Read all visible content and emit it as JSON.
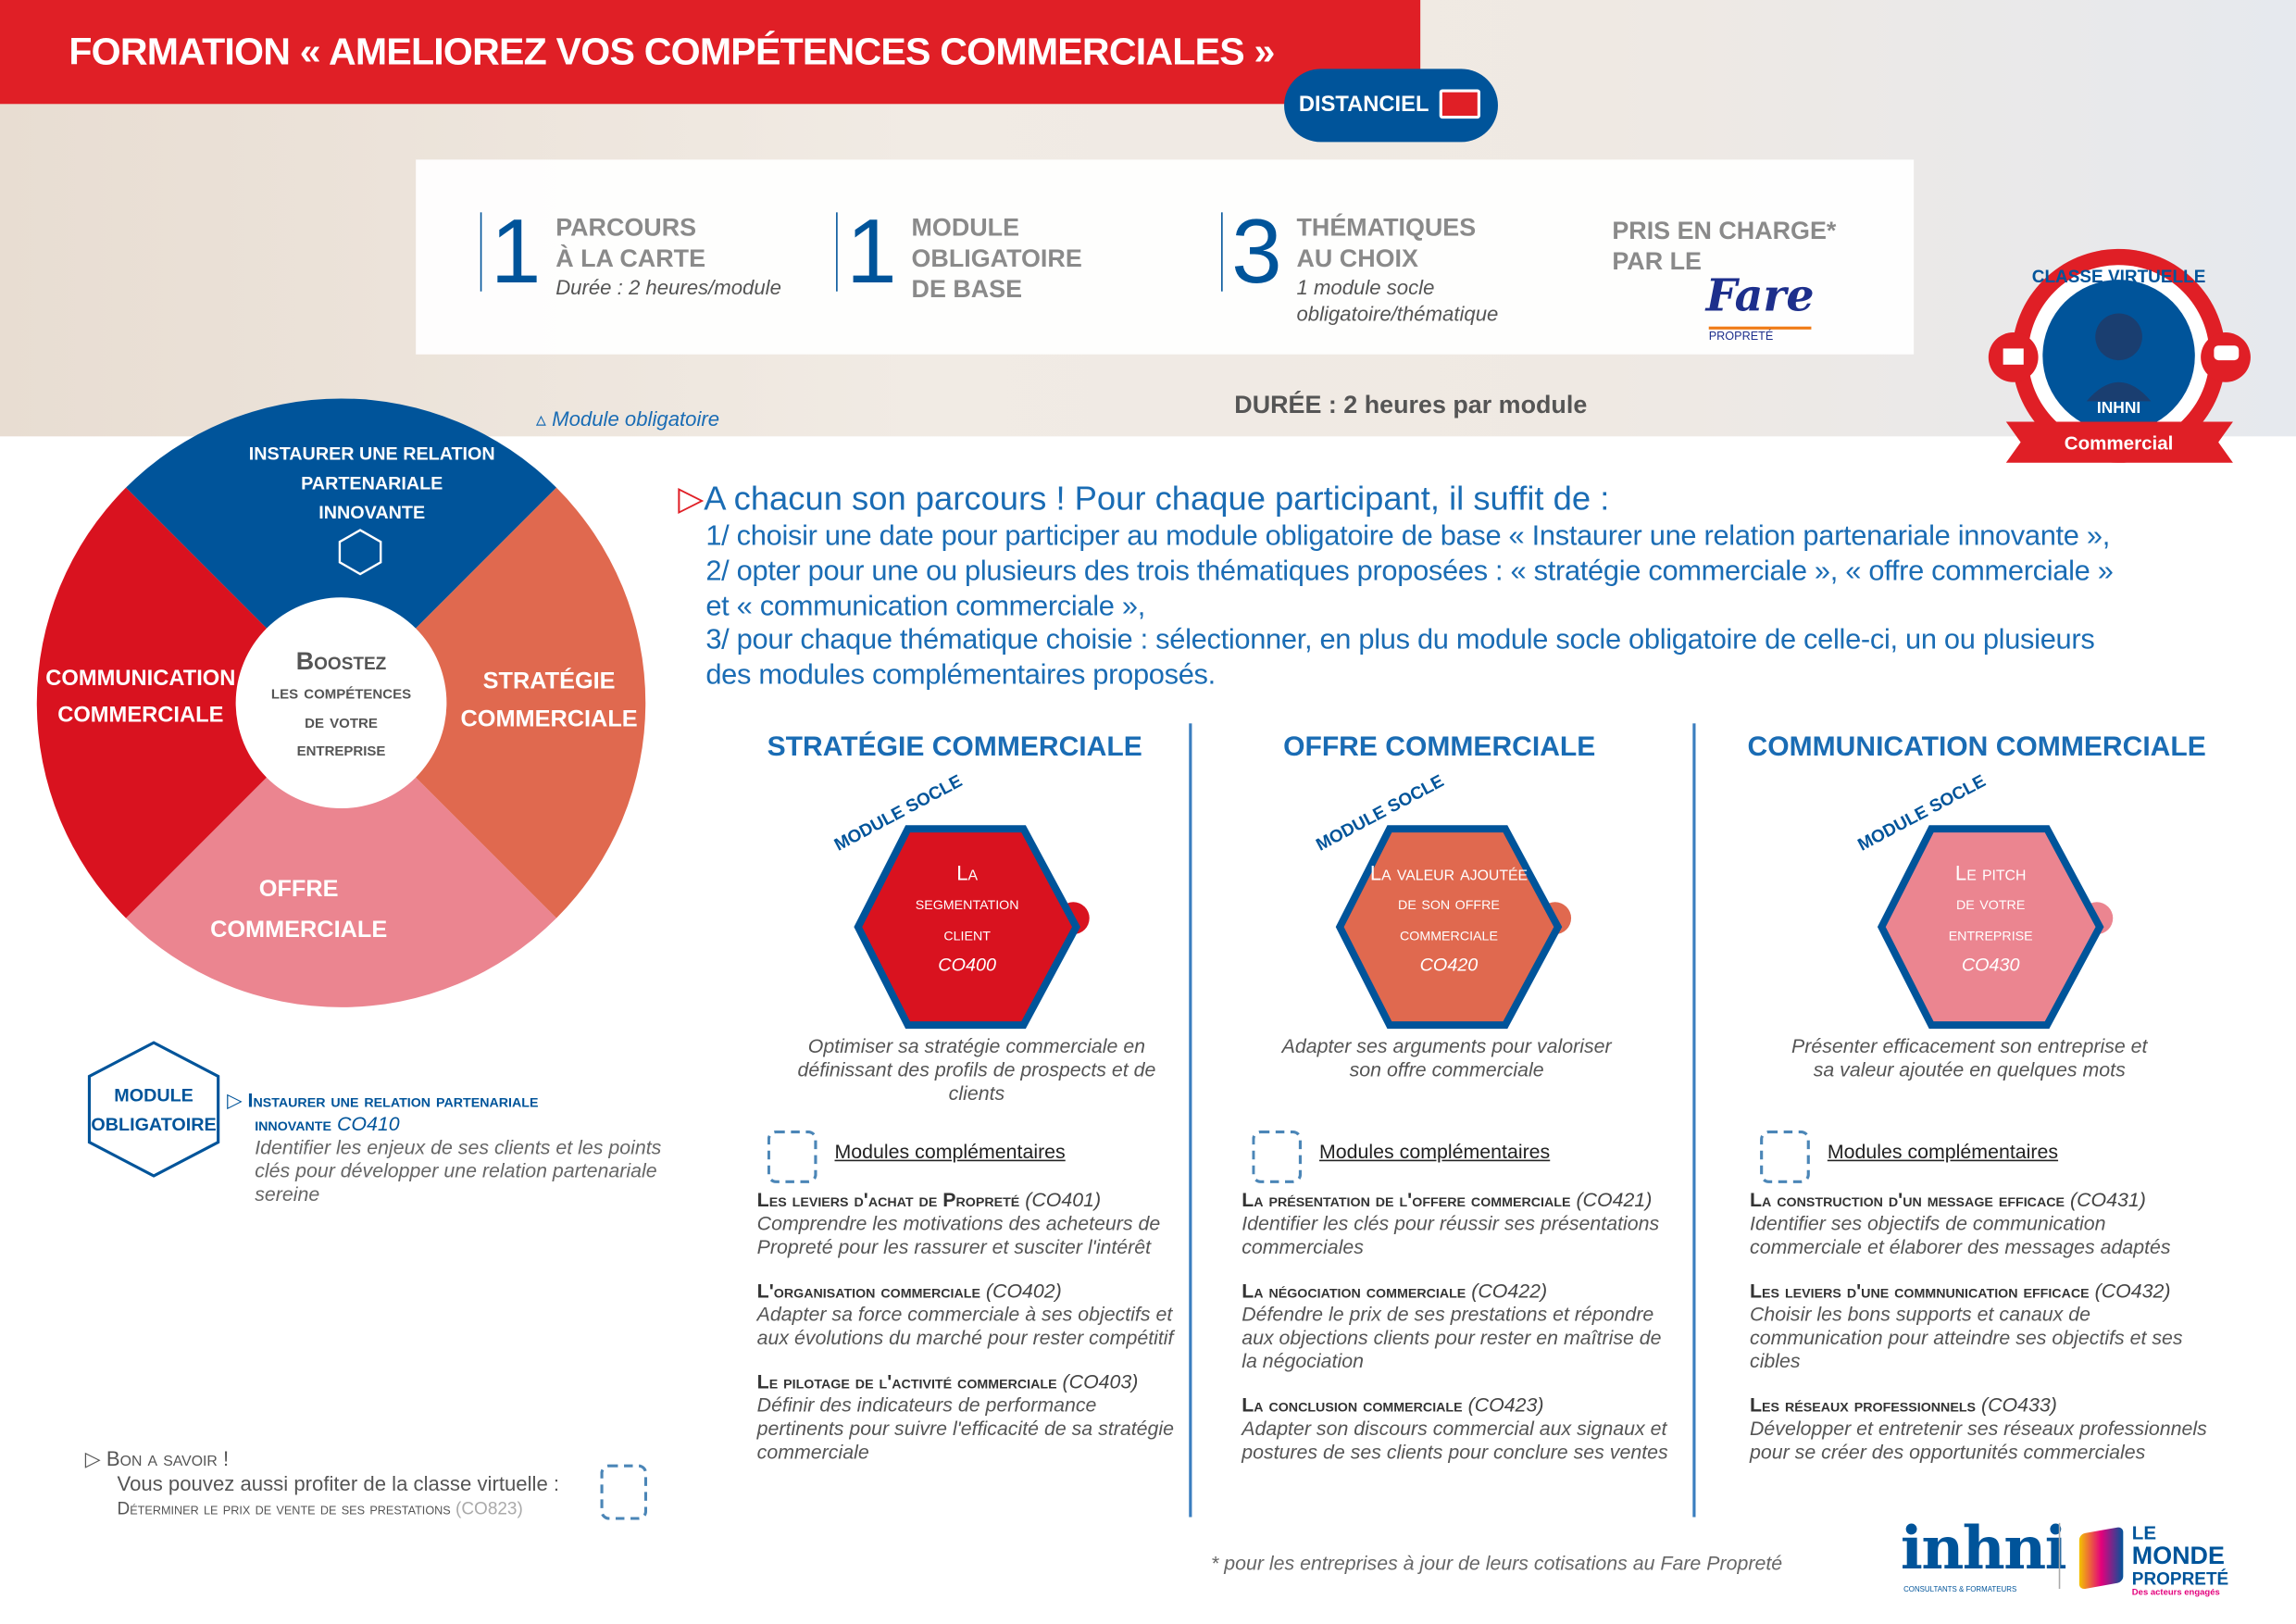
{
  "title": "FORMATION « AMELIOREZ VOS COMPÉTENCES COMMERCIALES »",
  "badge": {
    "label": "DISTANCIEL",
    "icon": "monitor-headset-icon"
  },
  "stats": [
    {
      "num": "1",
      "l1": "PARCOURS",
      "l2": "À LA CARTE",
      "l3": "Durée : 2 heures/module"
    },
    {
      "num": "1",
      "l1": "MODULE",
      "l2": "OBLIGATOIRE",
      "l3": "DE BASE"
    },
    {
      "num": "3",
      "l1": "THÉMATIQUES",
      "l2": "AU CHOIX",
      "l3": "1 module socle",
      "l4": "obligatoire/thématique"
    }
  ],
  "prise": {
    "l1": "PRIS EN CHARGE*",
    "l2": "PAR LE",
    "logo": "Fare",
    "logo_sub": "PROPRETÉ"
  },
  "duree": "DURÉE : 2 heures par module",
  "module_obligatoire_label": "Module obligatoire",
  "seal": {
    "top": "CLASSE VIRTUELLE",
    "mid": "INHNI",
    "ribbon": "Commercial"
  },
  "puzzle": {
    "top": [
      "INSTAURER UNE RELATION",
      "PARTENARIALE",
      "INNOVANTE"
    ],
    "right": [
      "STRATÉGIE",
      "COMMERCIALE"
    ],
    "bottom": [
      "OFFRE",
      "COMMERCIALE"
    ],
    "left": [
      "COMMUNICATION",
      "COMMERCIALE"
    ],
    "center": [
      "Boostez",
      "les compétences",
      "de votre",
      "entreprise"
    ]
  },
  "intro": {
    "heading": "A chacun son parcours ! Pour chaque participant, il suffit de :",
    "lines": [
      "1/ choisir une date pour participer au module obligatoire de base « Instaurer une relation partenariale innovante »,",
      "2/ opter pour une ou plusieurs des trois thématiques proposées : « stratégie commerciale », « offre commerciale »",
      "et « communication commerciale »,",
      "3/ pour chaque thématique choisie : sélectionner, en plus du module socle obligatoire de celle-ci, un ou plusieurs",
      "des modules complémentaires proposés."
    ]
  },
  "mandatory": {
    "hex": [
      "MODULE",
      "OBLIGATOIRE"
    ],
    "title": "Instaurer une relation partenariale",
    "title2": "innovante",
    "code": "CO410",
    "desc": "Identifier les enjeux de ses clients et les points clés pour développer une relation partenariale sereine"
  },
  "columns": [
    {
      "heading": "STRATÉGIE COMMERCIALE",
      "socle": "MODULE SOCLE",
      "color": "#d9121f",
      "hex": [
        "La",
        "segmentation",
        "client"
      ],
      "code": "CO400",
      "desc": "Optimiser sa stratégie commerciale en définissant des profils de prospects et de clients",
      "mc": "Modules complémentaires",
      "mods": [
        {
          "t": "Les leviers d'achat de Propreté",
          "c": "(CO401)",
          "d": "Comprendre les motivations des acheteurs de Propreté pour les rassurer et susciter l'intérêt"
        },
        {
          "t": "L'organisation commerciale",
          "c": "(CO402)",
          "d": "Adapter sa force commerciale à ses objectifs et aux évolutions du marché pour rester compétitif"
        },
        {
          "t": "Le pilotage de l'activité commerciale",
          "c": "(CO403)",
          "d": "Définir des indicateurs de performance pertinents pour suivre l'efficacité de sa stratégie commerciale"
        }
      ]
    },
    {
      "heading": "OFFRE  COMMERCIALE",
      "socle": "MODULE SOCLE",
      "color": "#e0694f",
      "hex": [
        "La valeur ajoutée",
        "de son offre",
        "commerciale"
      ],
      "code": "CO420",
      "desc": "Adapter ses arguments pour valoriser son offre commerciale",
      "mc": "Modules complémentaires",
      "mods": [
        {
          "t": "La présentation de l'offere commerciale",
          "c": "(CO421)",
          "d": "Identifier les clés pour réussir ses présentations commerciales"
        },
        {
          "t": "La négociation commerciale",
          "c": "(CO422)",
          "d": "Défendre le prix de ses prestations et répondre aux objections clients pour rester en maîtrise de la négociation"
        },
        {
          "t": "La conclusion commerciale",
          "c": "(CO423)",
          "d": "Adapter son discours commercial aux signaux et postures de ses clients pour conclure ses ventes"
        }
      ]
    },
    {
      "heading": "COMMUNICATION  COMMERCIALE",
      "socle": "MODULE SOCLE",
      "color": "#eb8590",
      "hex": [
        "Le pitch",
        "de votre",
        "entreprise"
      ],
      "code": "CO430",
      "desc": "Présenter efficacement son entreprise et sa valeur ajoutée en quelques mots",
      "mc": "Modules complémentaires",
      "mods": [
        {
          "t": "La construction d'un message efficace",
          "c": "(CO431)",
          "d": "Identifier ses objectifs de communication commerciale et élaborer des messages adaptés"
        },
        {
          "t": "Les leviers d'une commnunication efficace",
          "c": "(CO432)",
          "d": "Choisir les bons supports et canaux de communication pour atteindre ses objectifs et ses cibles"
        },
        {
          "t": "Les réseaux professionnels",
          "c": "(CO433)",
          "d": "Développer et entretenir ses réseaux professionnels pour se créer des opportunités commerciales"
        }
      ]
    }
  ],
  "bon": {
    "title": "Bon a savoir !",
    "l1": "Vous pouvez aussi profiter de la classe virtuelle :",
    "l2": "Déterminer le prix de vente de ses prestations",
    "code": "(CO823)"
  },
  "footnote": "* pour les entreprises à jour de leurs cotisations au Fare Propreté",
  "logos": {
    "inhni": "inhni",
    "inhni_sub": "CONSULTANTS & FORMATEURS",
    "mdp1": "LE",
    "mdp2": "MONDE",
    "mdp3": "PROPRETÉ",
    "mdp4": "Des acteurs engagés"
  }
}
